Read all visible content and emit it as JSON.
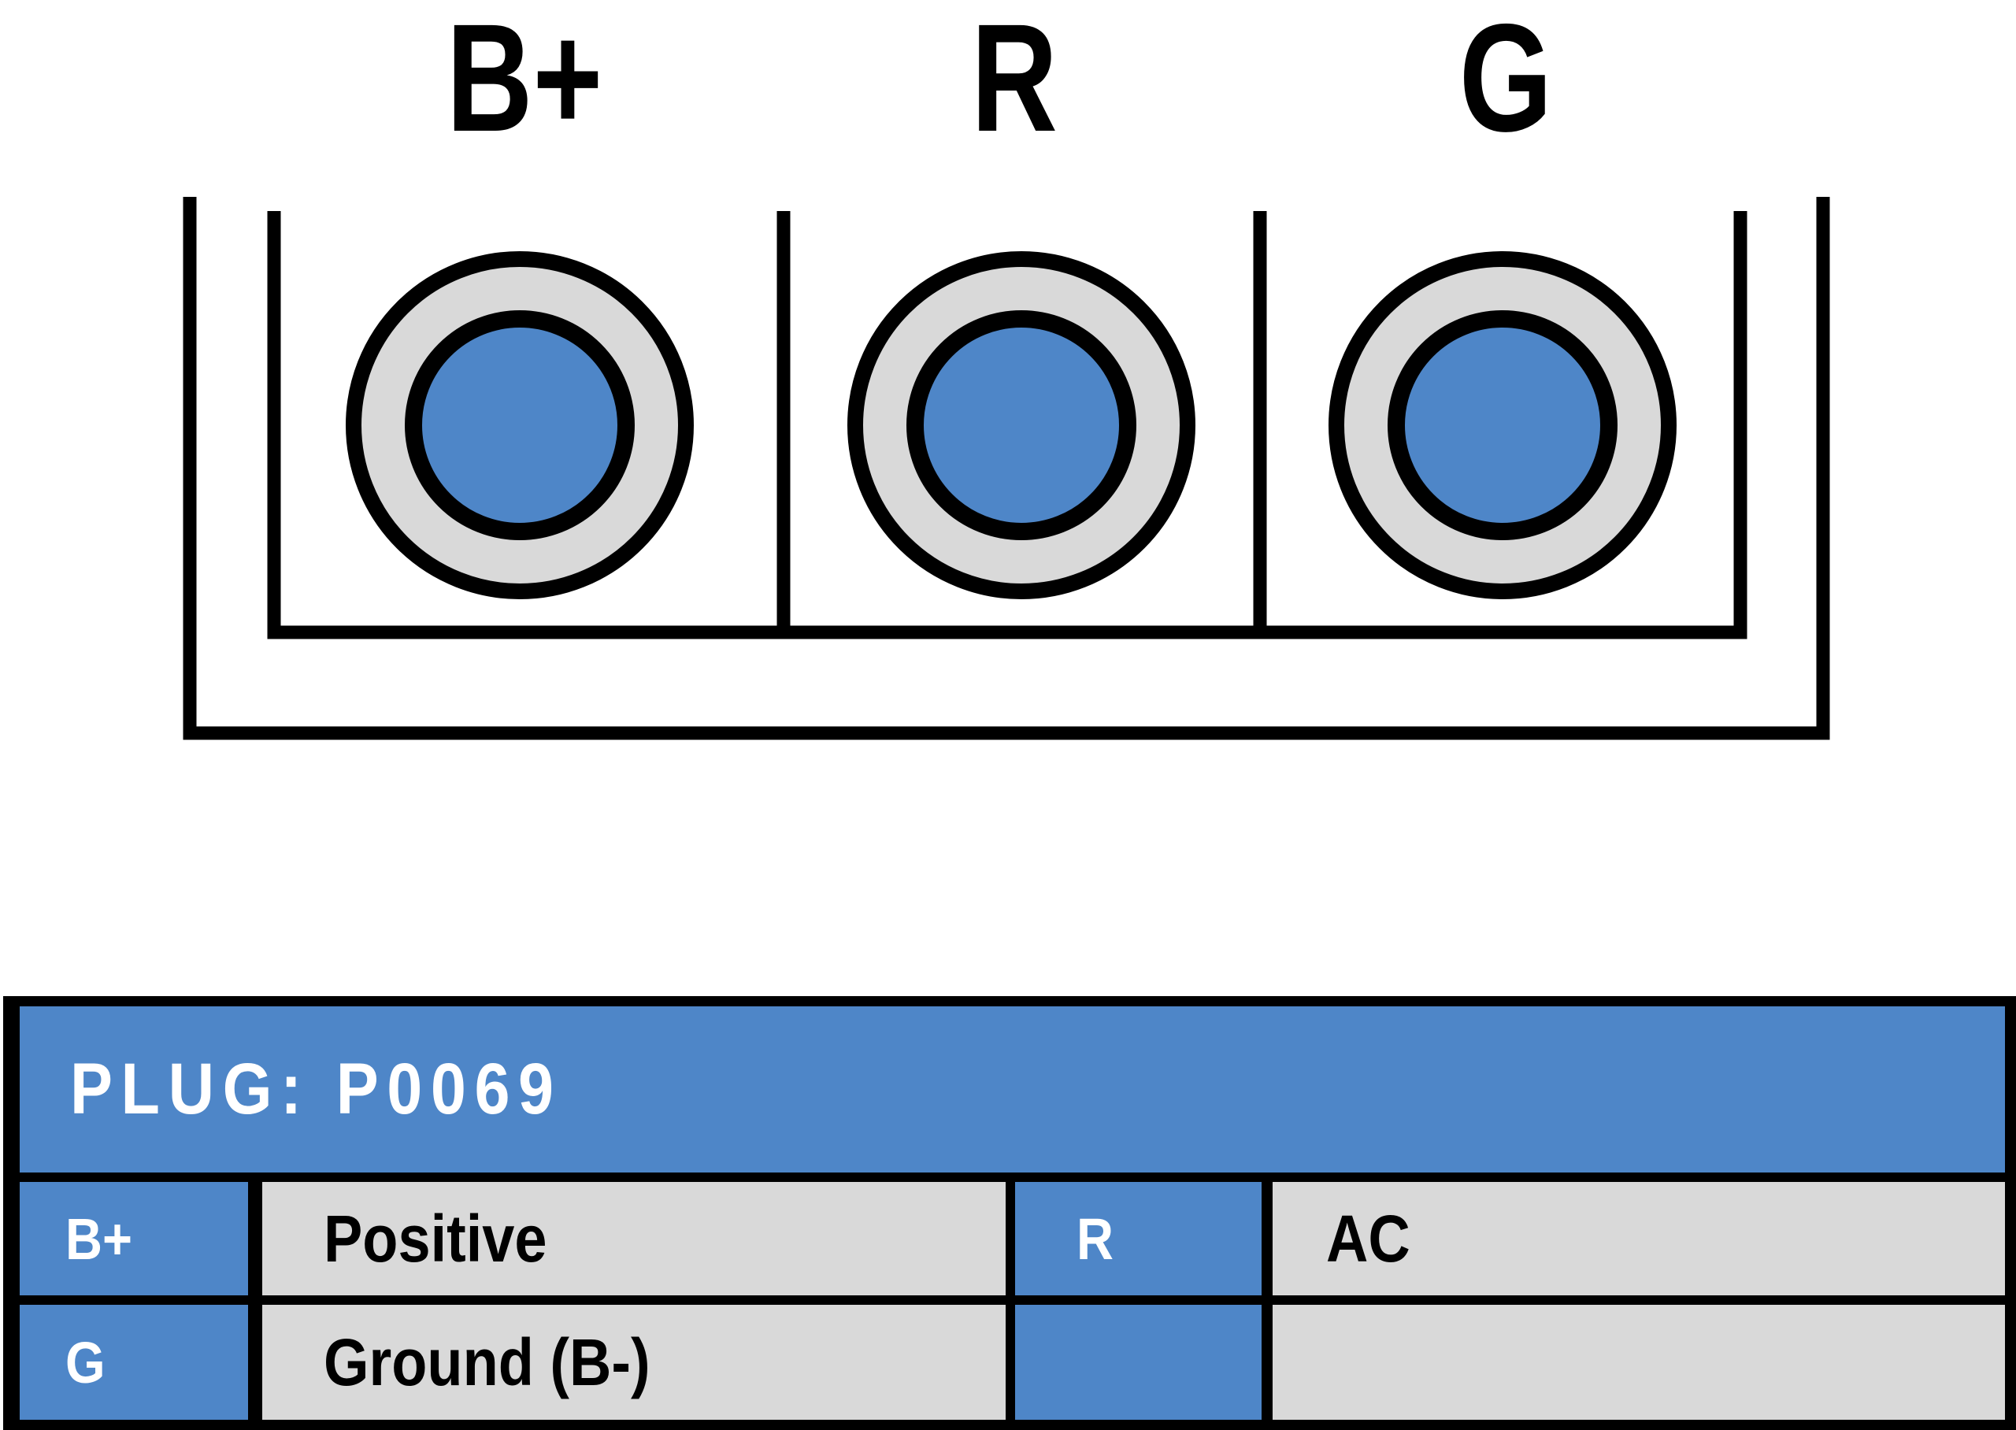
{
  "diagram": {
    "pin_labels": [
      "B+",
      "R",
      "G"
    ],
    "terminal_count": 3,
    "colors": {
      "pin_fill": "#4e86c8",
      "ring_fill": "#d9d9d9",
      "outline": "#000000"
    }
  },
  "table": {
    "title": "PLUG: P0069",
    "colors": {
      "header_bg": "#4e86c8",
      "pin_cell_bg": "#4e86c8",
      "desc_cell_bg": "#d9d9d9",
      "border": "#000000",
      "header_text": "#ffffff",
      "pin_text": "#ffffff",
      "desc_text": "#000000"
    },
    "rows": [
      {
        "pin1": "B+",
        "desc1": "Positive",
        "pin2": "R",
        "desc2": "AC"
      },
      {
        "pin1": "G",
        "desc1": "Ground (B-)",
        "pin2": "",
        "desc2": ""
      }
    ]
  }
}
